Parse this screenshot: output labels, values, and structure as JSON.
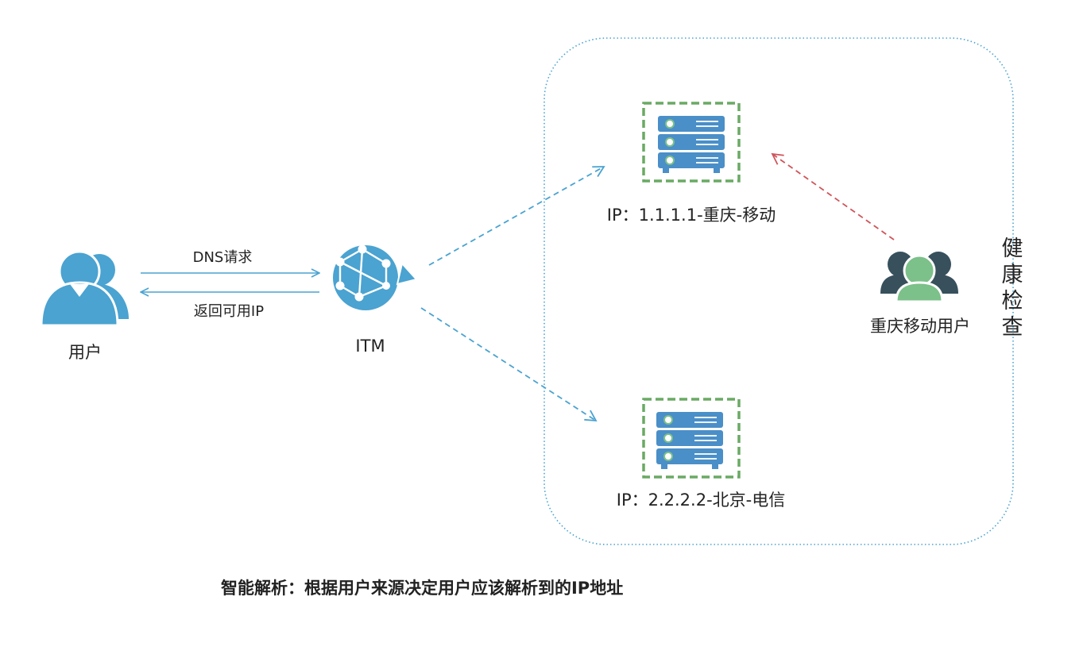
{
  "user": {
    "label": "用户",
    "icon": "users-icon",
    "color": "#4aa3d1"
  },
  "request": {
    "forward_label": "DNS请求",
    "return_label": "返回可用IP",
    "arrow_color": "#4aa3d1"
  },
  "itm": {
    "label": "ITM",
    "icon": "network-globe-icon",
    "color": "#4aa3d1"
  },
  "health_check": {
    "label": "健康检查",
    "label_color": "#4aa3d1",
    "border_color": "#4aa3d1"
  },
  "servers": [
    {
      "label": "IP：1.1.1.1-重庆-移动",
      "icon": "server-rack-icon",
      "color": "#4a8fc8",
      "frame_color": "#6aaa64"
    },
    {
      "label": "IP：2.2.2.2-北京-电信",
      "icon": "server-rack-icon",
      "color": "#4a8fc8",
      "frame_color": "#6aaa64"
    }
  ],
  "mobile_users": {
    "label": "重庆移动用户",
    "icon": "user-group-icon",
    "side_color": "#37505c",
    "center_color": "#7cc08a",
    "arrow_color": "#d0545a"
  },
  "caption": "智能解析：根据用户来源决定用户应该解析到的IP地址"
}
